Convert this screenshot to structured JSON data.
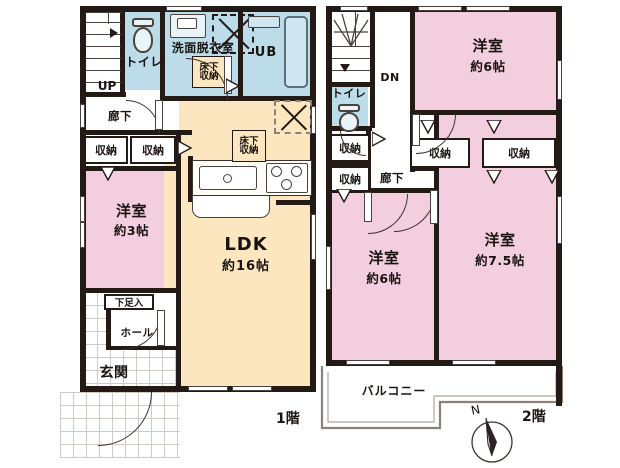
{
  "document": {
    "type": "floor-plan",
    "title": "間取り図",
    "floors": [
      "1階",
      "2階"
    ]
  },
  "colors": {
    "wall": "#231a16",
    "ldk_fill": "#fbe6c0",
    "bedroom_fill": "#f2cede",
    "water_fill": "#bcdcea",
    "neutral_fill": "#ffffff",
    "background": "#ffffff",
    "text": "#1a1411"
  },
  "floor1": {
    "tag": "1階",
    "rooms": [
      {
        "id": "toilet1",
        "name": "トイレ",
        "size": ""
      },
      {
        "id": "washroom",
        "name": "洗面脱衣室",
        "size": ""
      },
      {
        "id": "unitbath",
        "name": "UB",
        "size": ""
      },
      {
        "id": "corridor1",
        "name": "廊下",
        "size": ""
      },
      {
        "id": "washitsu",
        "name": "洋室",
        "size": "約3帖"
      },
      {
        "id": "ldk",
        "name": "LDK",
        "size": "約16帖"
      },
      {
        "id": "hall",
        "name": "ホール",
        "size": ""
      },
      {
        "id": "genkan",
        "name": "玄関",
        "size": ""
      }
    ],
    "storages": [
      {
        "id": "closet-1a",
        "name": "収納"
      },
      {
        "id": "closet-1b",
        "name": "収納"
      },
      {
        "id": "shoebox",
        "name": "下足入"
      }
    ],
    "underfloor": [
      {
        "id": "ufs-washroom",
        "line1": "床下",
        "line2": "収納"
      },
      {
        "id": "ufs-ldk",
        "line1": "床下",
        "line2": "収納"
      }
    ],
    "stair_marker": "UP"
  },
  "floor2": {
    "tag": "2階",
    "rooms": [
      {
        "id": "bed-north",
        "name": "洋室",
        "size": "約6帖"
      },
      {
        "id": "bed-south",
        "name": "洋室",
        "size": "約6帖"
      },
      {
        "id": "bed-east",
        "name": "洋室",
        "size": "約7.5帖"
      },
      {
        "id": "toilet2",
        "name": "トイレ",
        "size": ""
      },
      {
        "id": "corridor2",
        "name": "廊下",
        "size": ""
      },
      {
        "id": "balcony",
        "name": "バルコニー",
        "size": ""
      }
    ],
    "storages": [
      {
        "id": "closet-2a",
        "name": "収納"
      },
      {
        "id": "closet-2b",
        "name": "収納"
      },
      {
        "id": "closet-2c",
        "name": "収納"
      },
      {
        "id": "closet-2d",
        "name": "収納"
      }
    ],
    "stair_marker": "DN"
  },
  "compass": {
    "label": "N"
  }
}
